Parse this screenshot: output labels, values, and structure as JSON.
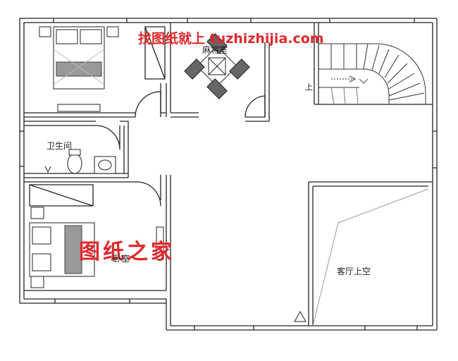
{
  "watermark_top": "找图纸就上 tuzhizhijia.com",
  "watermark_center": "图纸之家",
  "rooms": {
    "mahjong_room": "麻将室",
    "bathroom": "卫生间",
    "bedroom_lower": "卧室",
    "living_void": "客厅上空"
  },
  "stair_marks": {
    "up_label": "上"
  },
  "colors": {
    "wall": "#222222",
    "watermark": "#e0282b",
    "line": "#555555",
    "void_line": "#999999"
  }
}
